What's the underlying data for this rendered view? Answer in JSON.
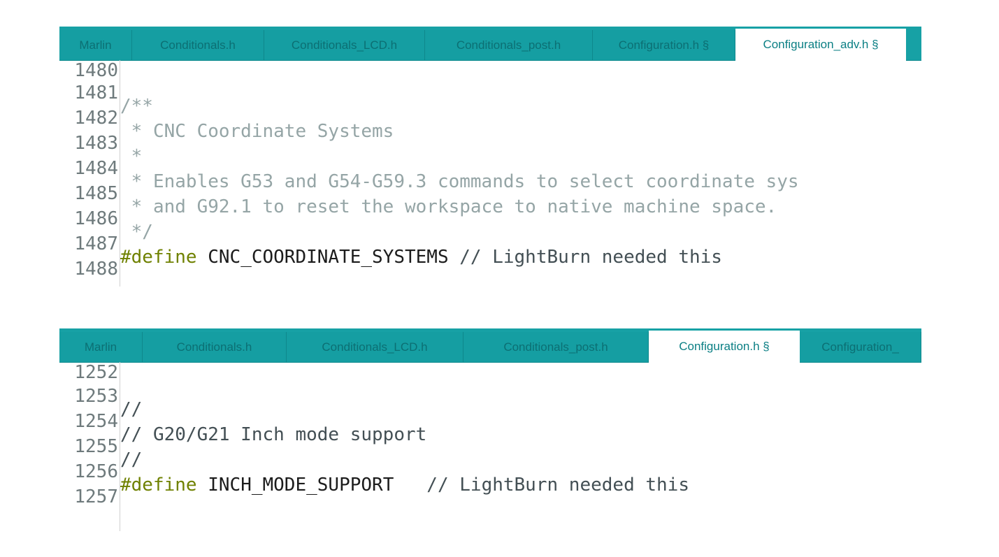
{
  "top_editor": {
    "tabs": [
      {
        "label": "Marlin",
        "active": false
      },
      {
        "label": "Conditionals.h",
        "active": false
      },
      {
        "label": "Conditionals_LCD.h",
        "active": false
      },
      {
        "label": "Conditionals_post.h",
        "active": false
      },
      {
        "label": "Configuration.h §",
        "active": false
      },
      {
        "label": "Configuration_adv.h §",
        "active": true
      }
    ],
    "partial_line_above": "1480",
    "lines": [
      {
        "num": "1481",
        "text": "/**"
      },
      {
        "num": "1482",
        "text": " * CNC Coordinate Systems"
      },
      {
        "num": "1483",
        "text": " *"
      },
      {
        "num": "1484",
        "text": " * Enables G53 and G54-G59.3 commands to select coordinate sys"
      },
      {
        "num": "1485",
        "text": " * and G92.1 to reset the workspace to native machine space."
      },
      {
        "num": "1486",
        "text": " */"
      },
      {
        "num": "1487",
        "keyword": "#define",
        "identifier": "CNC_COORDINATE_SYSTEMS",
        "comment": "// LightBurn needed this"
      }
    ],
    "partial_line_below": "1488"
  },
  "bottom_editor": {
    "tabs": [
      {
        "label": "Marlin",
        "active": false
      },
      {
        "label": "Conditionals.h",
        "active": false
      },
      {
        "label": "Conditionals_LCD.h",
        "active": false
      },
      {
        "label": "Conditionals_post.h",
        "active": false
      },
      {
        "label": "Configuration.h §",
        "active": true
      },
      {
        "label": "Configuration_",
        "active": false
      }
    ],
    "partial_line_above": "1252",
    "lines": [
      {
        "num": "1253",
        "text": "//"
      },
      {
        "num": "1254",
        "text": "// G20/G21 Inch mode support"
      },
      {
        "num": "1255",
        "text": "//"
      },
      {
        "num": "1256",
        "keyword": "#define",
        "identifier": "INCH_MODE_SUPPORT",
        "comment": "  // LightBurn needed this"
      },
      {
        "num": "1257",
        "text": ""
      }
    ]
  },
  "colors": {
    "tabbar": "#17a1a5",
    "tab_text": "#0c6f73",
    "active_tab_text": "#0b7f84",
    "keyword": "#6f8100",
    "comment_light": "#95a5a6",
    "comment_dark": "#434f54",
    "line_number": "#6e7a7c"
  }
}
